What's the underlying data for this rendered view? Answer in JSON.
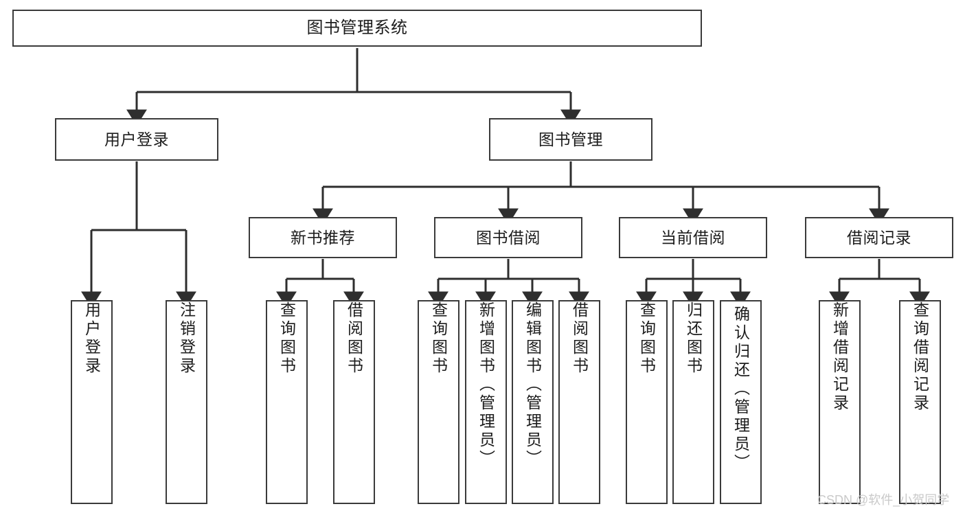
{
  "diagram": {
    "title": "图书管理系统",
    "type": "tree-hierarchy-chart",
    "root": {
      "label": "图书管理系统"
    },
    "level2": [
      {
        "label": "用户登录"
      },
      {
        "label": "图书管理"
      }
    ],
    "level3": [
      {
        "label": "新书推荐"
      },
      {
        "label": "图书借阅"
      },
      {
        "label": "当前借阅"
      },
      {
        "label": "借阅记录"
      }
    ],
    "leaves": {
      "user_login": [
        {
          "label": "用户登录"
        },
        {
          "label": "注销登录"
        }
      ],
      "new_book_recommend": [
        {
          "label": "查询图书"
        },
        {
          "label": "借阅图书"
        }
      ],
      "book_borrow": [
        {
          "label": "查询图书"
        },
        {
          "label": "新增图书（管理员）"
        },
        {
          "label": "编辑图书（管理员）"
        },
        {
          "label": "借阅图书"
        }
      ],
      "current_borrow": [
        {
          "label": "查询图书"
        },
        {
          "label": "归还图书"
        },
        {
          "label": "确认归还（管理员）"
        }
      ],
      "borrow_record": [
        {
          "label": "新增借阅记录"
        },
        {
          "label": "查询借阅记录"
        }
      ]
    }
  },
  "watermark": {
    "text": "CSDN @软件_小贺同学"
  },
  "colors": {
    "border": "#3a3a3a",
    "text": "#1c1c1c",
    "background": "#ffffff",
    "watermark": "#c9c9c9"
  }
}
